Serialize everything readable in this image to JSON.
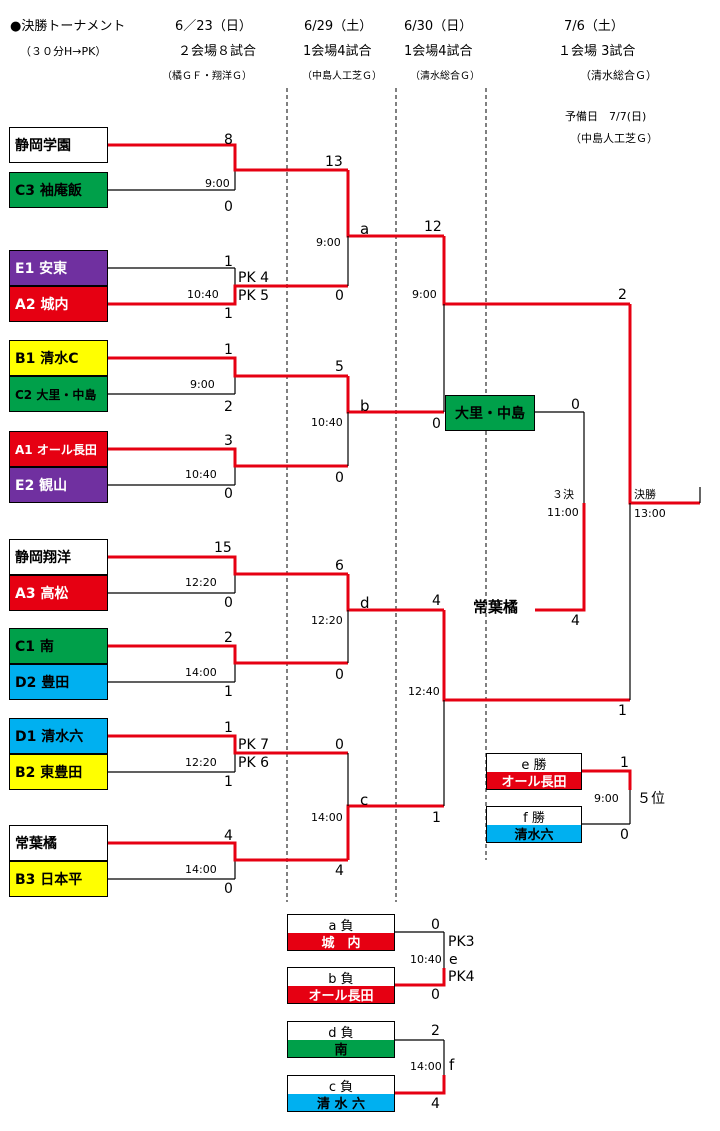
{
  "colors": {
    "red": "#e60012",
    "green": "#00a04a",
    "purple": "#7030a0",
    "yellow": "#ffff00",
    "blue": "#00b0f0",
    "white": "#ffffff"
  },
  "header": {
    "title": "●決勝トーナメント",
    "rule": "（３０分H→PK）",
    "d1": "6／23（日）",
    "d1_info": "２会場８試合",
    "d1_venue": "（橘ＧＦ・翔洋Ｇ）",
    "d2": "6/29（土）",
    "d2_info": "1会場4試合",
    "d2_venue": "（中島人工芝Ｇ）",
    "d3": "6/30（日）",
    "d3_info": "1会場4試合",
    "d3_venue": "（清水総合Ｇ）",
    "d4": "7/6（土）",
    "d4_info": "１会場 3試合",
    "d4_venue": "（清水総合Ｇ）",
    "reserve": "予備日　7/7(日)",
    "reserve_venue": "（中島人工芝Ｇ）"
  },
  "teams": [
    {
      "name": "静岡学園",
      "color": "#ffffff",
      "text": "#000"
    },
    {
      "name": "C3 袖庵飯",
      "color": "#00a04a",
      "text": "#000"
    },
    {
      "name": "E1 安東",
      "color": "#7030a0",
      "text": "#fff"
    },
    {
      "name": "A2 城内",
      "color": "#e60012",
      "text": "#fff"
    },
    {
      "name": "B1 清水C",
      "color": "#ffff00",
      "text": "#000"
    },
    {
      "name": "C2 大里・中島",
      "color": "#00a04a",
      "text": "#000"
    },
    {
      "name": "A1 オール長田",
      "color": "#e60012",
      "text": "#fff"
    },
    {
      "name": "E2 観山",
      "color": "#7030a0",
      "text": "#fff"
    },
    {
      "name": "静岡翔洋",
      "color": "#ffffff",
      "text": "#000"
    },
    {
      "name": "A3 高松",
      "color": "#e60012",
      "text": "#fff"
    },
    {
      "name": "C1 南",
      "color": "#00a04a",
      "text": "#000"
    },
    {
      "name": "D2 豊田",
      "color": "#00b0f0",
      "text": "#000"
    },
    {
      "name": "D1 清水六",
      "color": "#00b0f0",
      "text": "#000"
    },
    {
      "name": "B2 東豊田",
      "color": "#ffff00",
      "text": "#000"
    },
    {
      "name": "常葉橘",
      "color": "#ffffff",
      "text": "#000"
    },
    {
      "name": "B3 日本平",
      "color": "#ffff00",
      "text": "#000"
    }
  ],
  "r1": [
    {
      "s1": "8",
      "s2": "0",
      "time": "9:00"
    },
    {
      "s1": "1",
      "s2": "1",
      "time": "10:40",
      "pk1": "PK 4",
      "pk2": "PK 5"
    },
    {
      "s1": "1",
      "s2": "2",
      "time": "9:00"
    },
    {
      "s1": "3",
      "s2": "0",
      "time": "10:40"
    },
    {
      "s1": "15",
      "s2": "0",
      "time": "12:20"
    },
    {
      "s1": "2",
      "s2": "1",
      "time": "14:00"
    },
    {
      "s1": "1",
      "s2": "1",
      "time": "12:20",
      "pk1": "PK 7",
      "pk2": "PK 6"
    },
    {
      "s1": "4",
      "s2": "0",
      "time": "14:00"
    }
  ],
  "r2": [
    {
      "s1": "13",
      "s2": "0",
      "time": "9:00",
      "id": "a"
    },
    {
      "s1": "5",
      "s2": "0",
      "time": "10:40",
      "id": "b"
    },
    {
      "s1": "6",
      "s2": "0",
      "time": "12:20",
      "id": "d"
    },
    {
      "s1": "0",
      "s2": "4",
      "time": "14:00",
      "id": "c"
    }
  ],
  "sf": [
    {
      "s1": "12",
      "s2": "0",
      "time": "9:00"
    },
    {
      "s1": "4",
      "s2": "1",
      "time": "12:40"
    }
  ],
  "sf_winner": "大里・中島",
  "sf_winner_color": "#00a04a",
  "tokiwa": "常葉橘",
  "third": {
    "label": "３決",
    "time": "11:00",
    "s1": "0",
    "s2": "4"
  },
  "final": {
    "label": "決勝",
    "time": "13:00",
    "s1": "2",
    "s2": "1"
  },
  "fifth": {
    "label": "５位",
    "time": "9:00",
    "s1": "1",
    "s2": "0",
    "e": {
      "top": "e 勝",
      "name": "オール長田",
      "color": "#e60012"
    },
    "f": {
      "top": "f 勝",
      "name": "清水六",
      "color": "#00b0f0"
    }
  },
  "cons_e": {
    "id": "e",
    "time": "10:40",
    "s1": "0",
    "s2": "0",
    "pk1": "PK3",
    "pk2": "PK4",
    "a": {
      "top": "a 負",
      "name": "城　内",
      "color": "#e60012"
    },
    "b": {
      "top": "b 負",
      "name": "オール長田",
      "color": "#e60012"
    }
  },
  "cons_f": {
    "id": "f",
    "time": "14:00",
    "s1": "2",
    "s2": "4",
    "d": {
      "top": "d 負",
      "name": "南",
      "color": "#00a04a"
    },
    "c": {
      "top": "c 負",
      "name": "清 水 六",
      "color": "#00b0f0"
    }
  }
}
